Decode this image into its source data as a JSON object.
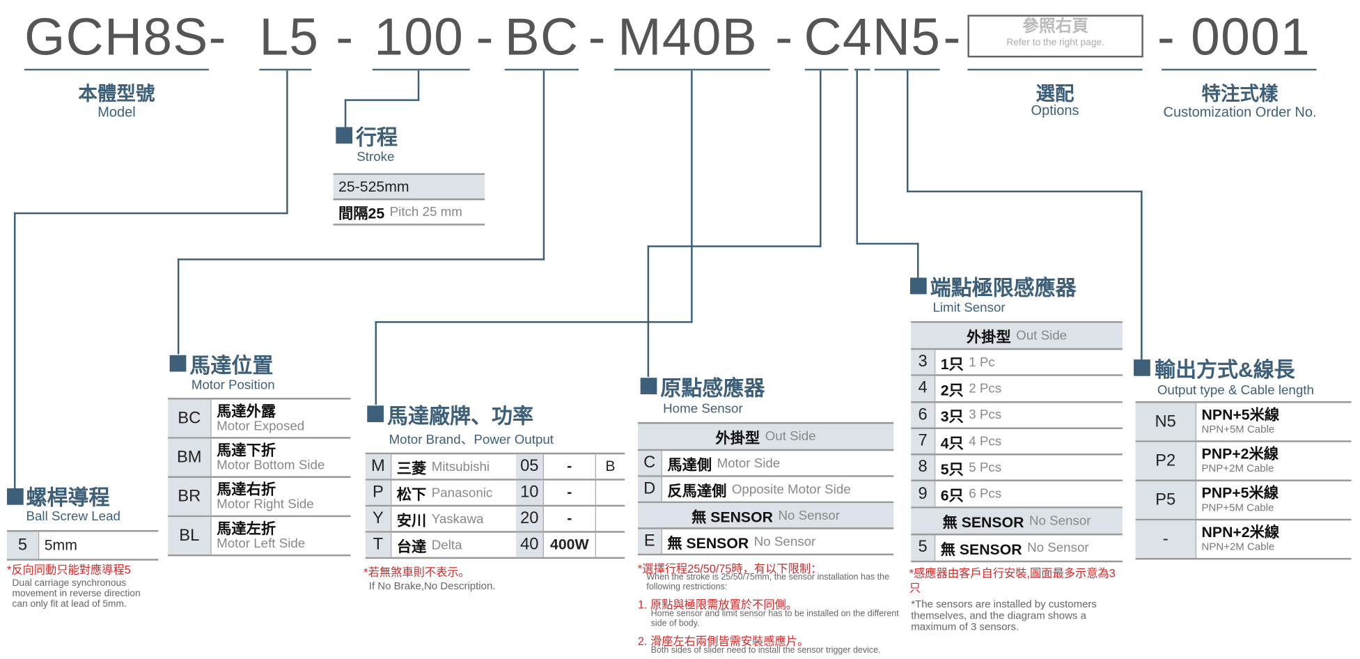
{
  "code": {
    "model": "GCH8S-",
    "lead": "L5",
    "d1": "-",
    "stroke": "100",
    "d2": "-",
    "position": "BC",
    "d3": "-",
    "motor": "M40B",
    "d4": "-",
    "sensor": "C4N5",
    "d5": "-",
    "options_box_cn": "參照右頁",
    "options_box_en": "Refer to the right page.",
    "custom": "- 0001"
  },
  "labels": {
    "model_cn": "本體型號",
    "model_en": "Model",
    "options_cn": "選配",
    "options_en": "Options",
    "custom_cn": "特注式樣",
    "custom_en": "Customization Order No."
  },
  "colors": {
    "accent": "#3d5f7a",
    "header_bg": "#dde1e8",
    "note_red": "#d42a2a",
    "code_text": "#555555"
  },
  "stroke": {
    "title_cn": "行程",
    "title_en": "Stroke",
    "range": "25-525mm",
    "pitch_cn": "間隔25",
    "pitch_en": "Pitch 25 mm"
  },
  "lead": {
    "title_cn": "螺桿導程",
    "title_en": "Ball Screw Lead",
    "rows": [
      {
        "key": "5",
        "value": "5mm"
      }
    ],
    "note_cn": "*反向同動只能對應導程5",
    "note_en": "Dual carriage synchronous movement in reverse direction can only fit at lead of 5mm."
  },
  "position": {
    "title_cn": "馬達位置",
    "title_en": "Motor Position",
    "rows": [
      {
        "key": "BC",
        "cn": "馬達外露",
        "en": "Motor Exposed"
      },
      {
        "key": "BM",
        "cn": "馬達下折",
        "en": "Motor Bottom Side"
      },
      {
        "key": "BR",
        "cn": "馬達右折",
        "en": "Motor Right Side"
      },
      {
        "key": "BL",
        "cn": "馬達左折",
        "en": "Motor Left Side"
      }
    ]
  },
  "motor": {
    "title_cn": "馬達廠牌、功率",
    "title_en": "Motor Brand、Power Output",
    "rows": [
      {
        "key": "M",
        "cn": "三菱",
        "en": "Mitsubishi",
        "code": "05",
        "power": "-",
        "brake": "B"
      },
      {
        "key": "P",
        "cn": "松下",
        "en": "Panasonic",
        "code": "10",
        "power": "-",
        "brake": ""
      },
      {
        "key": "Y",
        "cn": "安川",
        "en": "Yaskawa",
        "code": "20",
        "power": "-",
        "brake": ""
      },
      {
        "key": "T",
        "cn": "台達",
        "en": "Delta",
        "code": "40",
        "power": "400W",
        "brake": ""
      }
    ],
    "note_cn": "*若無煞車則不表示。",
    "note_en": "If No Brake,No Description."
  },
  "home": {
    "title_cn": "原點感應器",
    "title_en": "Home Sensor",
    "header_cn": "外掛型",
    "header_en": "Out Side",
    "rows": [
      {
        "key": "C",
        "cn": "馬達側",
        "en": "Motor Side"
      },
      {
        "key": "D",
        "cn": "反馬達側",
        "en": "Opposite Motor Side"
      }
    ],
    "none_cn": "無 SENSOR",
    "none_en": "No Sensor",
    "none_row": {
      "key": "E",
      "cn": "無 SENSOR",
      "en": "No Sensor"
    },
    "note_cn": "*選擇行程25/50/75時，有以下限制：",
    "note_en": "When the stroke is 25/50/75mm, the sensor installation has the following restrictions:",
    "note1_cn": "1. 原點與極限需放置於不同側。",
    "note1_en": "Home sensor and limit sensor has to be installed on the different side of body.",
    "note2_cn": "2. 滑座左右兩側皆需安裝感應片。",
    "note2_en": "Both sides of slider need to install the sensor trigger device."
  },
  "limit": {
    "title_cn": "端點極限感應器",
    "title_en": "Limit Sensor",
    "header_cn": "外掛型",
    "header_en": "Out Side",
    "rows": [
      {
        "key": "3",
        "cn": "1只",
        "en": "1 Pc"
      },
      {
        "key": "4",
        "cn": "2只",
        "en": "2 Pcs"
      },
      {
        "key": "6",
        "cn": "3只",
        "en": "3 Pcs"
      },
      {
        "key": "7",
        "cn": "4只",
        "en": "4 Pcs"
      },
      {
        "key": "8",
        "cn": "5只",
        "en": "5 Pcs"
      },
      {
        "key": "9",
        "cn": "6只",
        "en": "6 Pcs"
      }
    ],
    "none_cn": "無 SENSOR",
    "none_en": "No Sensor",
    "none_row": {
      "key": "5",
      "cn": "無 SENSOR",
      "en": "No Sensor"
    },
    "note_cn": "*感應器由客戶自行安裝,圖面最多示意為3只",
    "note_en": "*The sensors are installed by customers themselves, and the diagram shows a maximum of 3 sensors."
  },
  "output": {
    "title_cn": "輸出方式&線長",
    "title_en": "Output type & Cable length",
    "rows": [
      {
        "key": "N5",
        "cn": "NPN+5米線",
        "en": "NPN+5M Cable"
      },
      {
        "key": "P2",
        "cn": "PNP+2米線",
        "en": "PNP+2M Cable"
      },
      {
        "key": "P5",
        "cn": "PNP+5米線",
        "en": "PNP+5M Cable"
      },
      {
        "key": "-",
        "cn": "NPN+2米線",
        "en": "NPN+2M Cable"
      }
    ]
  }
}
